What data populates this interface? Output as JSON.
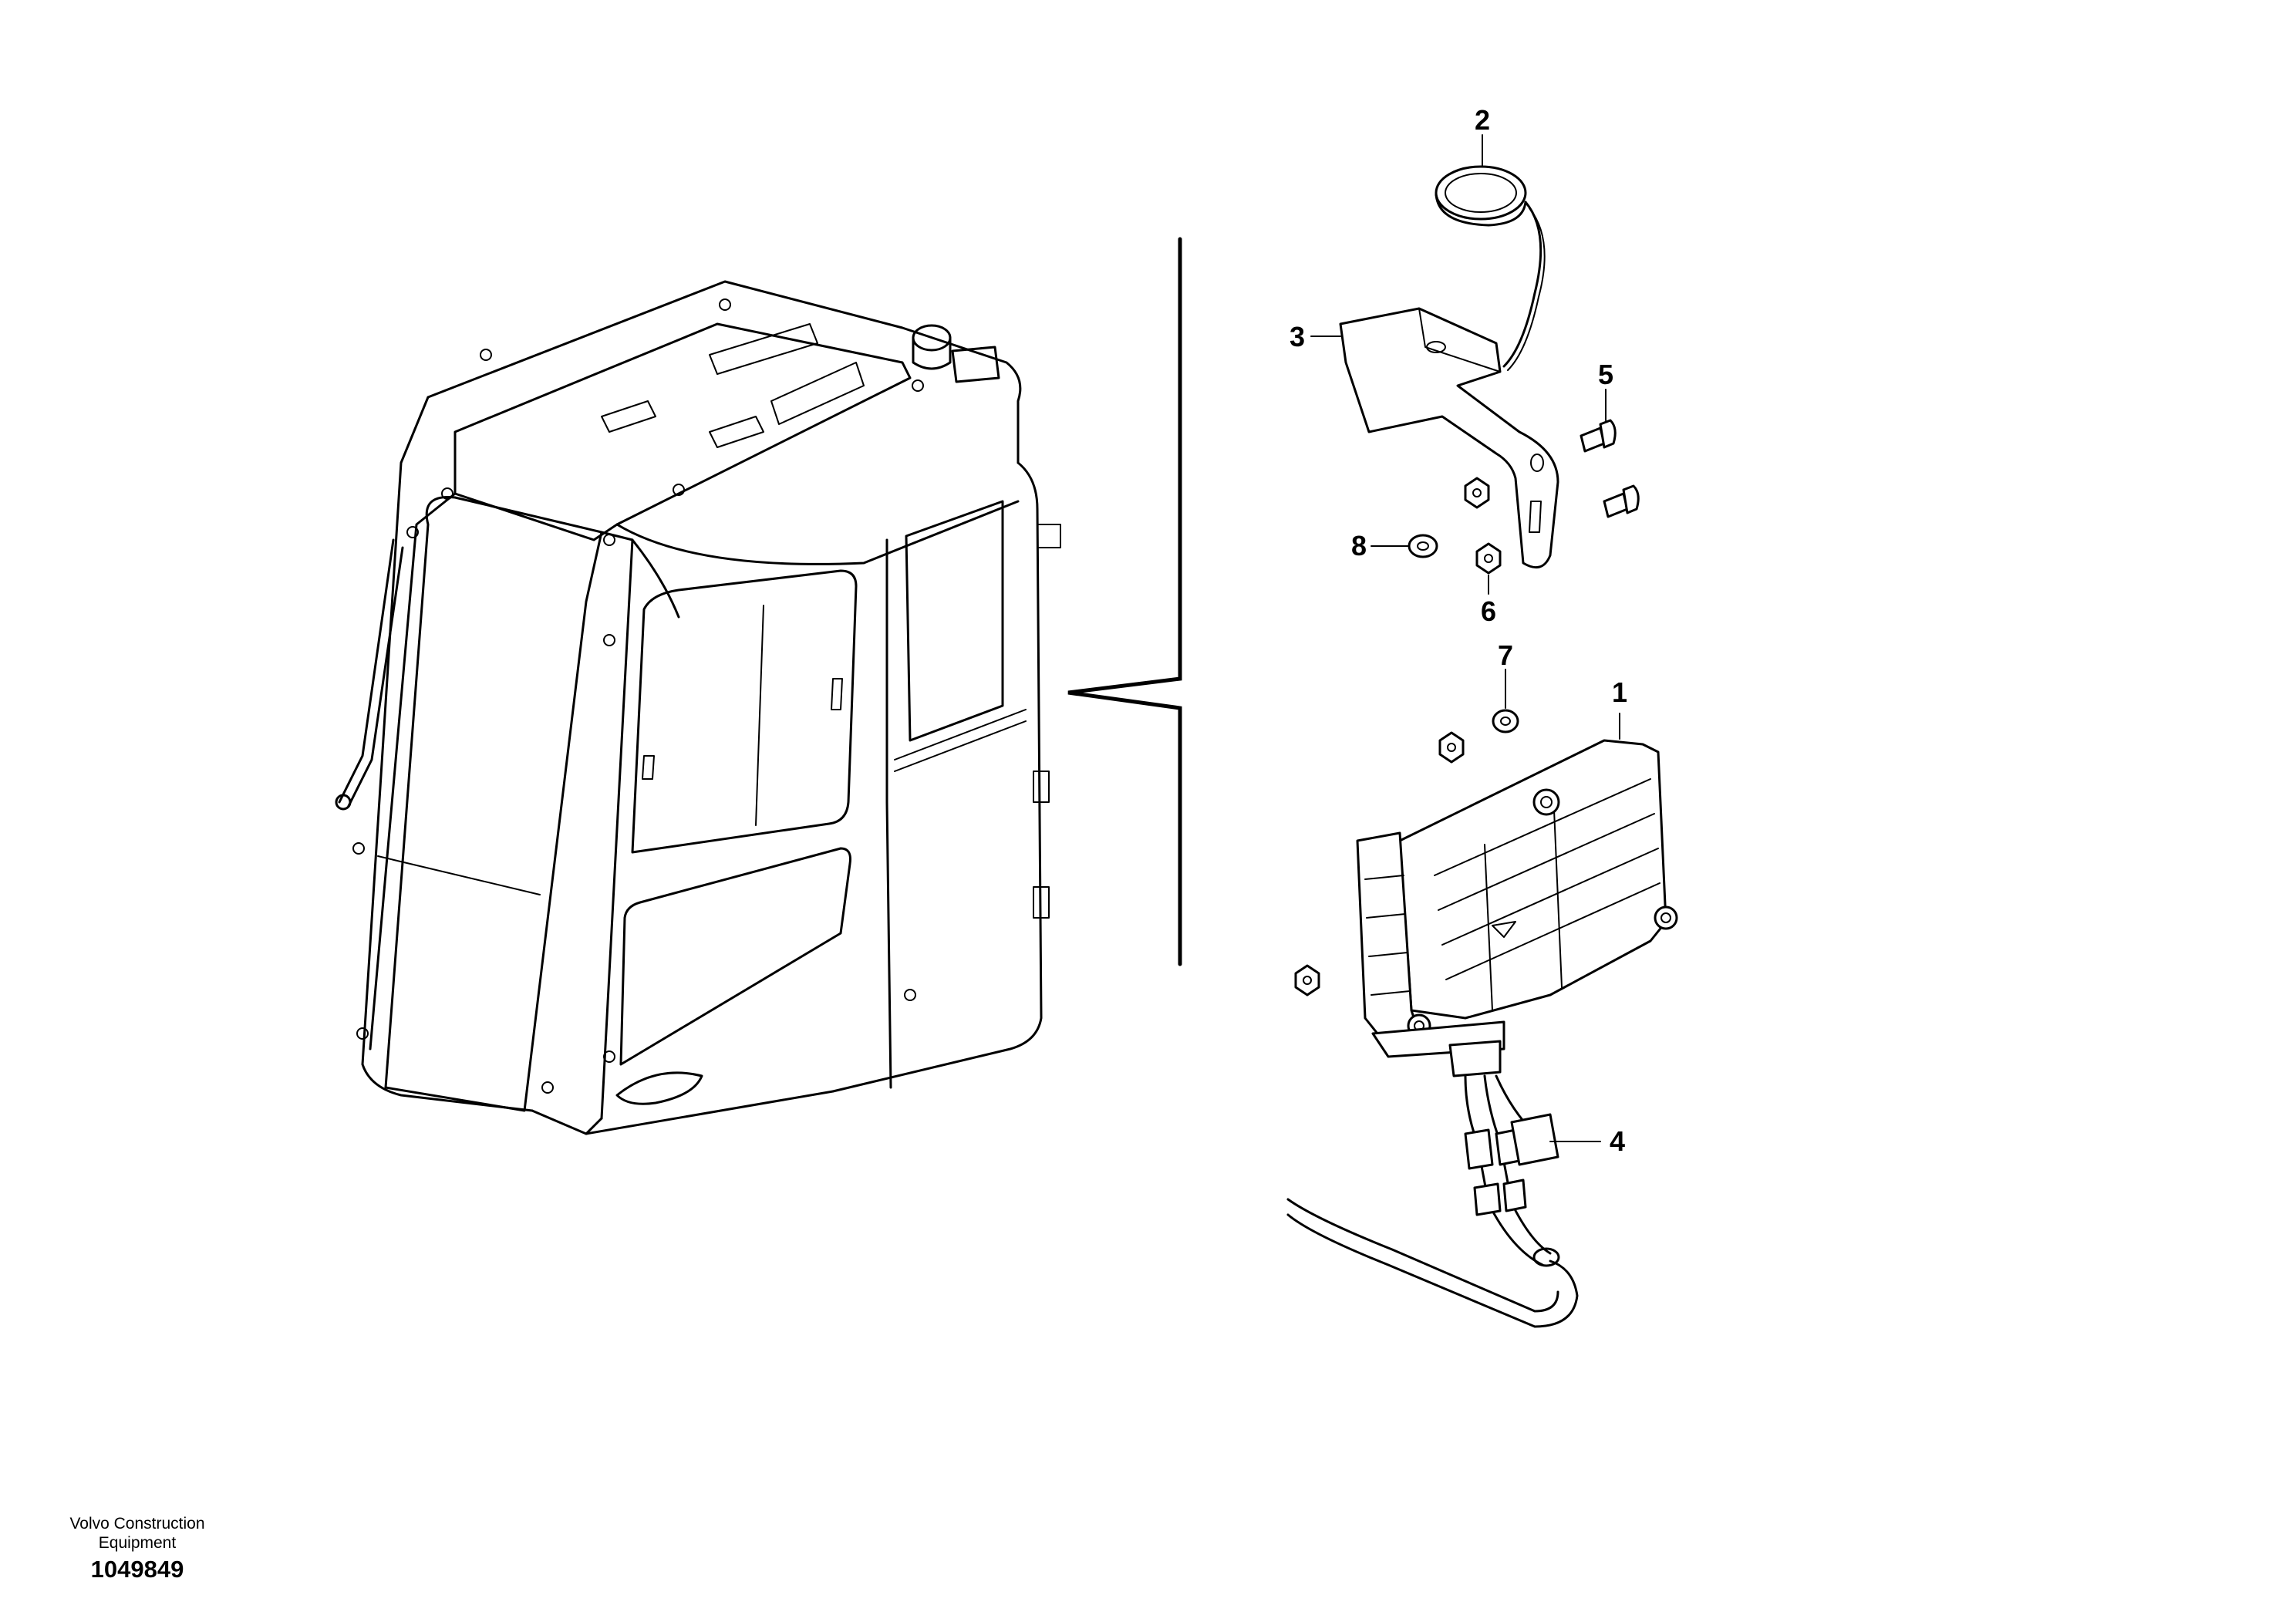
{
  "callouts": [
    {
      "id": "1",
      "label": "1"
    },
    {
      "id": "2",
      "label": "2"
    },
    {
      "id": "3",
      "label": "3"
    },
    {
      "id": "4",
      "label": "4"
    },
    {
      "id": "5",
      "label": "5"
    },
    {
      "id": "6",
      "label": "6"
    },
    {
      "id": "7",
      "label": "7"
    },
    {
      "id": "8",
      "label": "8"
    }
  ],
  "footer": {
    "company_line1": "Volvo Construction",
    "company_line2": "Equipment",
    "drawing_number": "1049849"
  }
}
